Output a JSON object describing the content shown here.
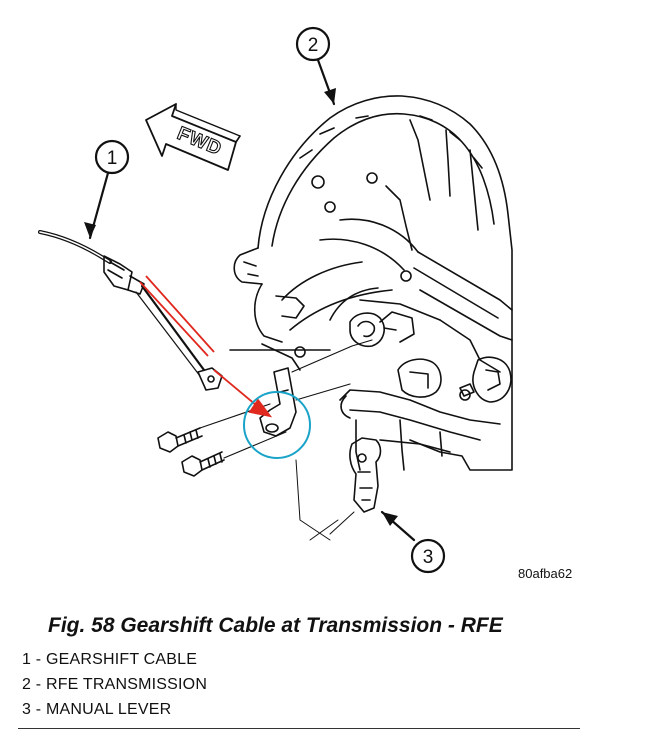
{
  "diagram": {
    "callouts": [
      {
        "number": "1",
        "label": "GEARSHIFT CABLE"
      },
      {
        "number": "2",
        "label": "RFE TRANSMISSION"
      },
      {
        "number": "3",
        "label": "MANUAL LEVER"
      }
    ],
    "direction_label": "FWD",
    "figure_code": "80afba62",
    "caption": "Fig. 58 Gearshift Cable at Transmission - RFE",
    "colors": {
      "line": "#111111",
      "red_arrow": "#e0281f",
      "cyan_circle": "#1aa3c8"
    }
  }
}
